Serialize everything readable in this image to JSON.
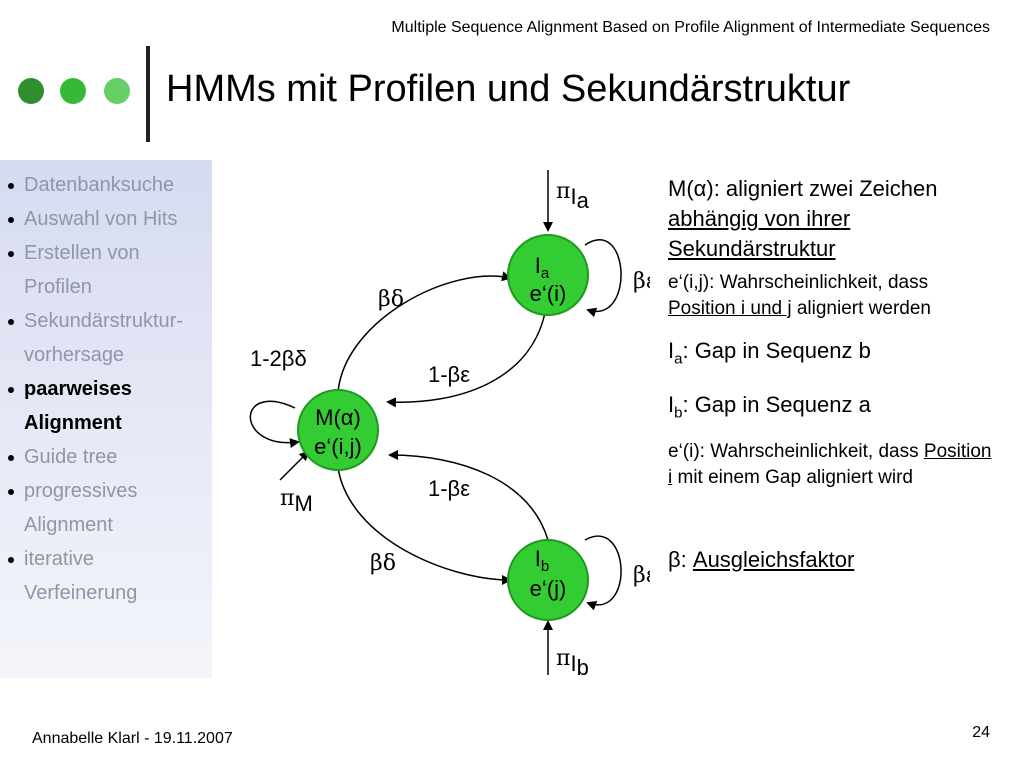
{
  "header": {
    "subtitle": "Multiple Sequence Alignment Based on Profile Alignment of Intermediate Sequences"
  },
  "slide": {
    "title": "HMMs mit Profilen und Sekundärstruktur"
  },
  "sidebar": {
    "items": [
      {
        "lines": [
          "Datenbanksuche"
        ],
        "active": false
      },
      {
        "lines": [
          "Auswahl von Hits"
        ],
        "active": false
      },
      {
        "lines": [
          "Erstellen von",
          "Profilen"
        ],
        "active": false
      },
      {
        "lines": [
          "Sekundärstruktur-",
          "vorhersage"
        ],
        "active": false
      },
      {
        "lines": [
          "paarweises",
          "Alignment"
        ],
        "active": true
      },
      {
        "lines": [
          "Guide tree"
        ],
        "active": false
      },
      {
        "lines": [
          "progressives",
          "Alignment"
        ],
        "active": false
      },
      {
        "lines": [
          "iterative",
          "Verfeinerung"
        ],
        "active": false
      }
    ]
  },
  "diagram": {
    "state_ia": {
      "name": "I",
      "sub": "a",
      "emission": "e‘(i)"
    },
    "state_m": {
      "name": "M(α)",
      "emission": "e‘(i,j)"
    },
    "state_ib": {
      "name": "I",
      "sub": "b",
      "emission": "e‘(j)"
    },
    "labels": {
      "pi_ia_main": "π",
      "pi_ia_sub1": "I",
      "pi_ia_sub2": "a",
      "pi_m_main": "π",
      "pi_m_sub": "M",
      "pi_ib_main": "π",
      "pi_ib_sub1": "I",
      "pi_ib_sub2": "b",
      "beta_eps_top": "βε",
      "beta_eps_bottom": "βε",
      "beta_delta_top": "βδ",
      "beta_delta_bottom": "βδ",
      "one_minus_be_top": "1-βε",
      "one_minus_be_bottom": "1-βε",
      "one_minus_2bd": "1-2βδ"
    },
    "colors": {
      "state_fill": "#33cc33",
      "state_stroke": "#1f9a1f"
    }
  },
  "explanation": {
    "m_alpha": {
      "prefix": "M(α): aligniert zwei Zeichen ",
      "underlined": "abhängig von ihrer Sekundärstruktur"
    },
    "e_ij": {
      "prefix": "e‘(i,j): Wahrscheinlichkeit, dass ",
      "underlined": "Position i und j",
      "suffix": " aligniert werden"
    },
    "ia": {
      "main": "I",
      "sub": "a",
      "text": ": Gap in Sequenz b"
    },
    "ib": {
      "main": "I",
      "sub": "b",
      "text": ": Gap in Sequenz a"
    },
    "e_i": {
      "prefix": "e‘(i): Wahrscheinlichkeit, dass ",
      "underlined": "Position i",
      "suffix": " mit einem Gap aligniert wird"
    },
    "beta": {
      "prefix": "β: ",
      "underlined": "Ausgleichsfaktor"
    }
  },
  "footer": {
    "author": "Annabelle Klarl - 19.11.2007",
    "page": "24"
  }
}
